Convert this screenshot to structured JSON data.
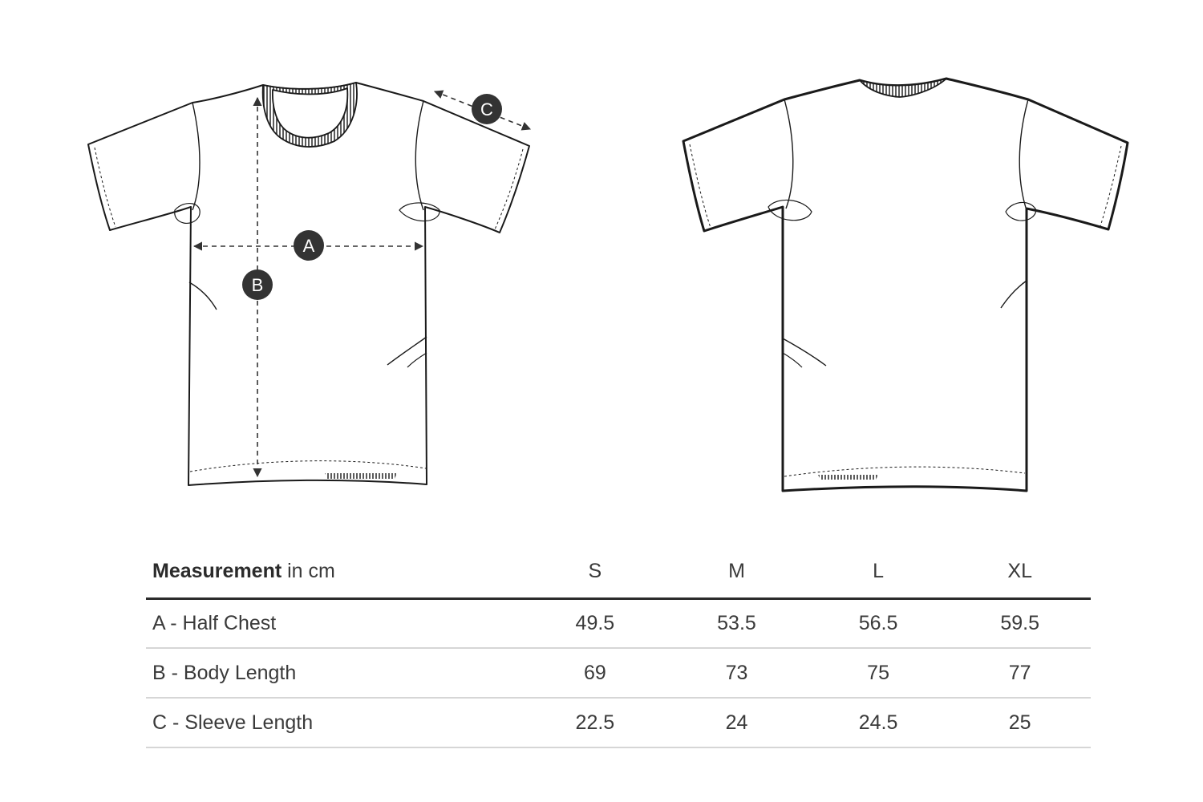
{
  "diagram": {
    "markers": {
      "a": "A",
      "b": "B",
      "c": "C"
    }
  },
  "table": {
    "header": {
      "label_bold": "Measurement",
      "label_rest": " in cm",
      "sizes": [
        "S",
        "M",
        "L",
        "XL"
      ]
    },
    "rows": [
      {
        "label": "A - Half Chest",
        "values": [
          "49.5",
          "53.5",
          "56.5",
          "59.5"
        ]
      },
      {
        "label": "B - Body Length",
        "values": [
          "69",
          "73",
          "75",
          "77"
        ]
      },
      {
        "label": "C - Sleeve Length",
        "values": [
          "22.5",
          "24",
          "24.5",
          "25"
        ]
      }
    ]
  },
  "colors": {
    "outline": "#1a1a1a",
    "marker_fill": "#333333",
    "rule_dark": "#2b2b2b",
    "rule_light": "#d6d6d6"
  }
}
